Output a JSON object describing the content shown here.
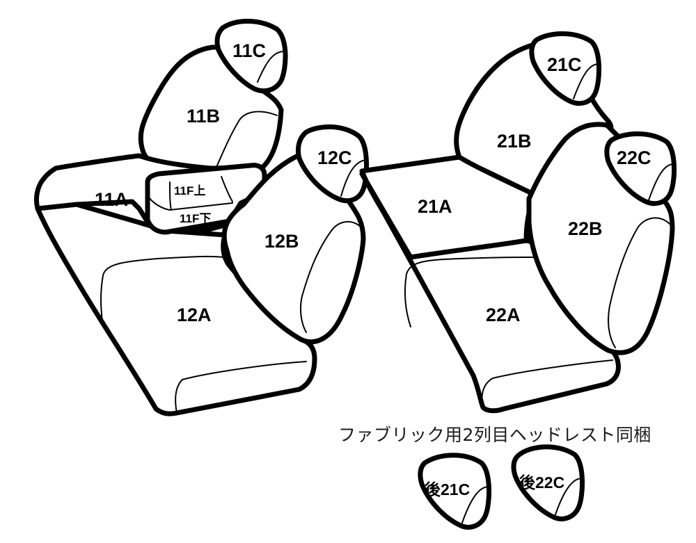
{
  "parts": {
    "11C": "11C",
    "11B": "11B",
    "11A": "11A",
    "11F_upper": "11F上",
    "11F_lower": "11F下",
    "12C": "12C",
    "12B": "12B",
    "12A": "12A",
    "21C": "21C",
    "21B": "21B",
    "21A": "21A",
    "22C": "22C",
    "22B": "22B",
    "22A": "22A",
    "rear_21C": "後21C",
    "rear_22C": "後22C"
  },
  "note": "ファブリック用2列目ヘッドレスト同梱",
  "colors": {
    "stroke": "#000000",
    "fill": "#ffffff",
    "text": "#1a1a1a"
  }
}
